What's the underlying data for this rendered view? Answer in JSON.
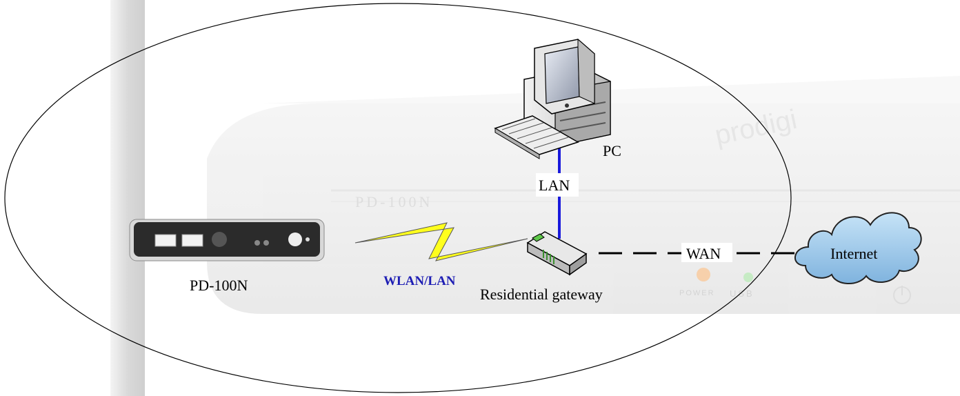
{
  "nodes": {
    "pc": {
      "label": "PC"
    },
    "pd100n": {
      "label": "PD-100N"
    },
    "gateway": {
      "label": "Residential gateway"
    },
    "internet": {
      "label": "Internet"
    }
  },
  "links": {
    "lan": {
      "label": "LAN"
    },
    "wlan": {
      "label": "WLAN/LAN"
    },
    "wan": {
      "label": "WAN"
    }
  },
  "background": {
    "watermark_model": "PD-100N",
    "watermark_brand": "prodigi",
    "watermark_power": "POWER",
    "watermark_usb": "USB"
  },
  "colors": {
    "lan_line": "#1a1adc",
    "wlan_text": "#1e1eb4",
    "bolt_fill": "#ffff1e",
    "cloud_fill": "#9ccbea",
    "led_green": "#5ec84a"
  }
}
